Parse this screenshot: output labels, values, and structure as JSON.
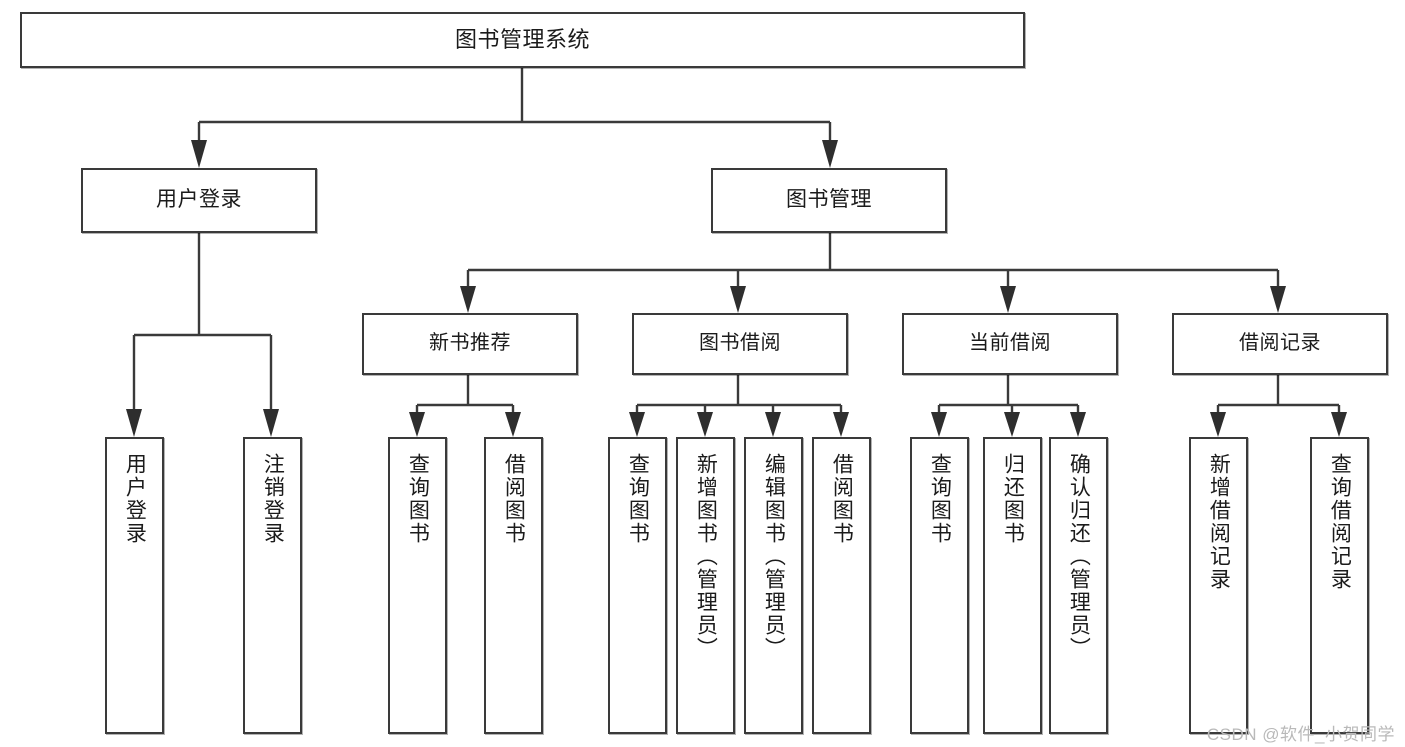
{
  "diagram": {
    "type": "tree",
    "title": "图书管理系统",
    "root": {
      "id": "root",
      "label": "图书管理系统"
    },
    "level2": [
      {
        "id": "login",
        "label": "用户登录"
      },
      {
        "id": "bookmgr",
        "label": "图书管理"
      }
    ],
    "level3": [
      {
        "id": "newbook",
        "label": "新书推荐",
        "parent": "bookmgr"
      },
      {
        "id": "borrow",
        "label": "图书借阅",
        "parent": "bookmgr"
      },
      {
        "id": "current",
        "label": "当前借阅",
        "parent": "bookmgr"
      },
      {
        "id": "record",
        "label": "借阅记录",
        "parent": "bookmgr"
      }
    ],
    "leaves": [
      {
        "id": "l0",
        "label": "用户登录",
        "parent": "login"
      },
      {
        "id": "l1",
        "label": "注销登录",
        "parent": "login"
      },
      {
        "id": "l2",
        "label": "查询图书",
        "parent": "newbook"
      },
      {
        "id": "l3",
        "label": "借阅图书",
        "parent": "newbook"
      },
      {
        "id": "l4",
        "label": "查询图书",
        "parent": "borrow"
      },
      {
        "id": "l5",
        "label": "新增图书（管理员）",
        "parent": "borrow"
      },
      {
        "id": "l6",
        "label": "编辑图书（管理员）",
        "parent": "borrow"
      },
      {
        "id": "l7",
        "label": "借阅图书",
        "parent": "borrow"
      },
      {
        "id": "l8",
        "label": "查询图书",
        "parent": "current"
      },
      {
        "id": "l9",
        "label": "归还图书",
        "parent": "current"
      },
      {
        "id": "l10",
        "label": "确认归还（管理员）",
        "parent": "current"
      },
      {
        "id": "l11",
        "label": "新增借阅记录",
        "parent": "record"
      },
      {
        "id": "l12",
        "label": "查询借阅记录",
        "parent": "record"
      }
    ],
    "colors": {
      "box_border": "#3a3a3a",
      "box_fill": "#ffffff",
      "connector": "#3a3a3a",
      "text": "#1b1b1b",
      "watermark": "#b9b9b9"
    }
  },
  "watermark": {
    "text": "CSDN @软件_小贺同学"
  }
}
